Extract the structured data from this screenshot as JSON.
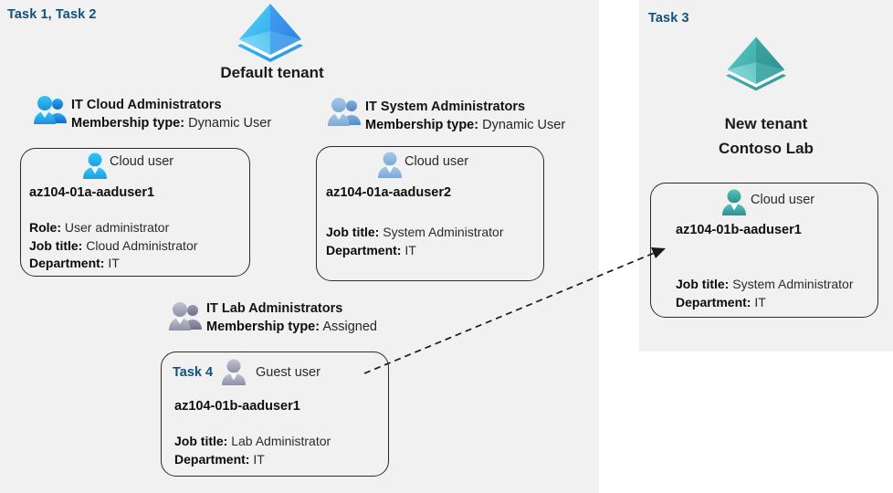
{
  "panels": [
    {
      "name": "default-tenant-panel",
      "task_label": "Task 1, Task 2"
    },
    {
      "name": "new-tenant-panel",
      "task_label": "Task 3"
    }
  ],
  "tenants": [
    {
      "icon": "azure-ad-tenant-icon",
      "color": "#2f9bf0",
      "title": "Default tenant",
      "subtitle": ""
    },
    {
      "icon": "azure-ad-tenant-icon",
      "color": "#45b0ae",
      "title": "New  tenant",
      "subtitle": "Contoso Lab"
    }
  ],
  "groups": [
    {
      "icon": "group-users-icon",
      "name": "IT Cloud Administrators",
      "membership_label": "Membership type:",
      "membership_value": "Dynamic User"
    },
    {
      "icon": "group-users-icon",
      "name": "IT System Administrators",
      "membership_label": "Membership type:",
      "membership_value": "Dynamic User"
    },
    {
      "icon": "group-users-icon",
      "name": "IT Lab Administrators",
      "membership_label": "Membership type:",
      "membership_value": "Assigned"
    }
  ],
  "cards": [
    {
      "name": "user-card-aaduser1",
      "icon": "cloud-user-icon",
      "user_type": "Cloud user",
      "upn": "az104-01a-aaduser1",
      "inline_task": "",
      "attributes": [
        {
          "label": "Role:",
          "value": "User administrator"
        },
        {
          "label": "Job title:",
          "value": "Cloud Administrator"
        },
        {
          "label": "Department:",
          "value": "IT"
        }
      ]
    },
    {
      "name": "user-card-aaduser2",
      "icon": "cloud-user-icon",
      "user_type": "Cloud user",
      "upn": "az104-01a-aaduser2",
      "inline_task": "",
      "attributes": [
        {
          "label": "Job title:",
          "value": "System Administrator"
        },
        {
          "label": "Department:",
          "value": "IT"
        }
      ]
    },
    {
      "name": "guest-user-card-aaduser1",
      "icon": "guest-user-icon",
      "user_type": "Guest user",
      "upn": "az104-01b-aaduser1",
      "inline_task": "Task 4",
      "attributes": [
        {
          "label": "Job title:",
          "value": "Lab Administrator"
        },
        {
          "label": "Department:",
          "value": "IT"
        }
      ]
    },
    {
      "name": "user-card-b-aaduser1",
      "icon": "cloud-user-icon",
      "user_type": "Cloud user",
      "upn": "az104-01b-aaduser1",
      "inline_task": "",
      "attributes": [
        {
          "label": "Job title:",
          "value": "System Administrator"
        },
        {
          "label": "Department:",
          "value": "IT"
        }
      ]
    }
  ],
  "connector": {
    "name": "guest-invite-arrow",
    "style": "dashed-arrow",
    "color": "#1a1a1a"
  }
}
